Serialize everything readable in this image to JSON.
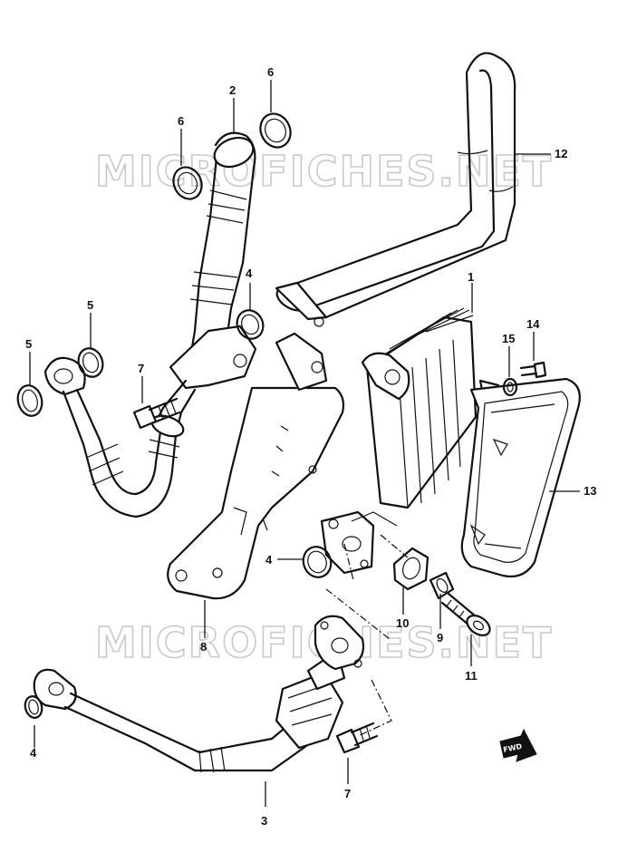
{
  "watermark": {
    "text_top": "MICROFICHES.NET",
    "text_bottom": "MICROFICHES.NET"
  },
  "callouts": [
    {
      "id": "c-1",
      "label": "1"
    },
    {
      "id": "c-2",
      "label": "2"
    },
    {
      "id": "c-3",
      "label": "3"
    },
    {
      "id": "c-4a",
      "label": "4"
    },
    {
      "id": "c-4b",
      "label": "4"
    },
    {
      "id": "c-4c",
      "label": "4"
    },
    {
      "id": "c-5a",
      "label": "5"
    },
    {
      "id": "c-5b",
      "label": "5"
    },
    {
      "id": "c-6a",
      "label": "6"
    },
    {
      "id": "c-6b",
      "label": "6"
    },
    {
      "id": "c-7a",
      "label": "7"
    },
    {
      "id": "c-7b",
      "label": "7"
    },
    {
      "id": "c-8",
      "label": "8"
    },
    {
      "id": "c-9",
      "label": "9"
    },
    {
      "id": "c-10",
      "label": "10"
    },
    {
      "id": "c-11",
      "label": "11"
    },
    {
      "id": "c-12",
      "label": "12"
    },
    {
      "id": "c-13",
      "label": "13"
    },
    {
      "id": "c-14",
      "label": "14"
    },
    {
      "id": "c-15",
      "label": "15"
    }
  ],
  "front_marker": {
    "label": "FWD",
    "icon": "front-arrow-icon"
  }
}
